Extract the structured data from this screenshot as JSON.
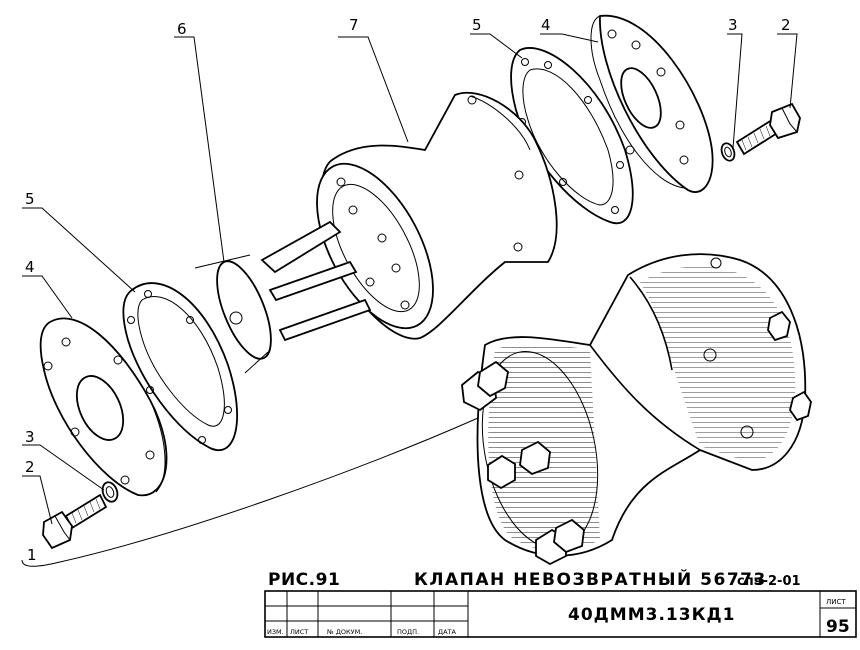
{
  "callouts": [
    {
      "id": "c1",
      "label": "1"
    },
    {
      "id": "c2l",
      "label": "2"
    },
    {
      "id": "c3l",
      "label": "3"
    },
    {
      "id": "c4l",
      "label": "4"
    },
    {
      "id": "c5l",
      "label": "5"
    },
    {
      "id": "c6",
      "label": "6"
    },
    {
      "id": "c7",
      "label": "7"
    },
    {
      "id": "c5r",
      "label": "5"
    },
    {
      "id": "c4r",
      "label": "4"
    },
    {
      "id": "c3r",
      "label": "3"
    },
    {
      "id": "c2r",
      "label": "2"
    }
  ],
  "caption": {
    "figure": "РИС.91",
    "title": "КЛАПАН  НЕВОЗВРАТНЫЙ  56773",
    "title_suffix": "спч-2-01"
  },
  "title_block": {
    "code": "40ДММ3.13КД1",
    "columns": [
      "ИЗМ.",
      "ЛИСТ",
      "№ ДОКУМ.",
      "ПОДП.",
      "ДАТА"
    ],
    "sheet_label": "ЛИСТ",
    "sheet_number": "95"
  }
}
